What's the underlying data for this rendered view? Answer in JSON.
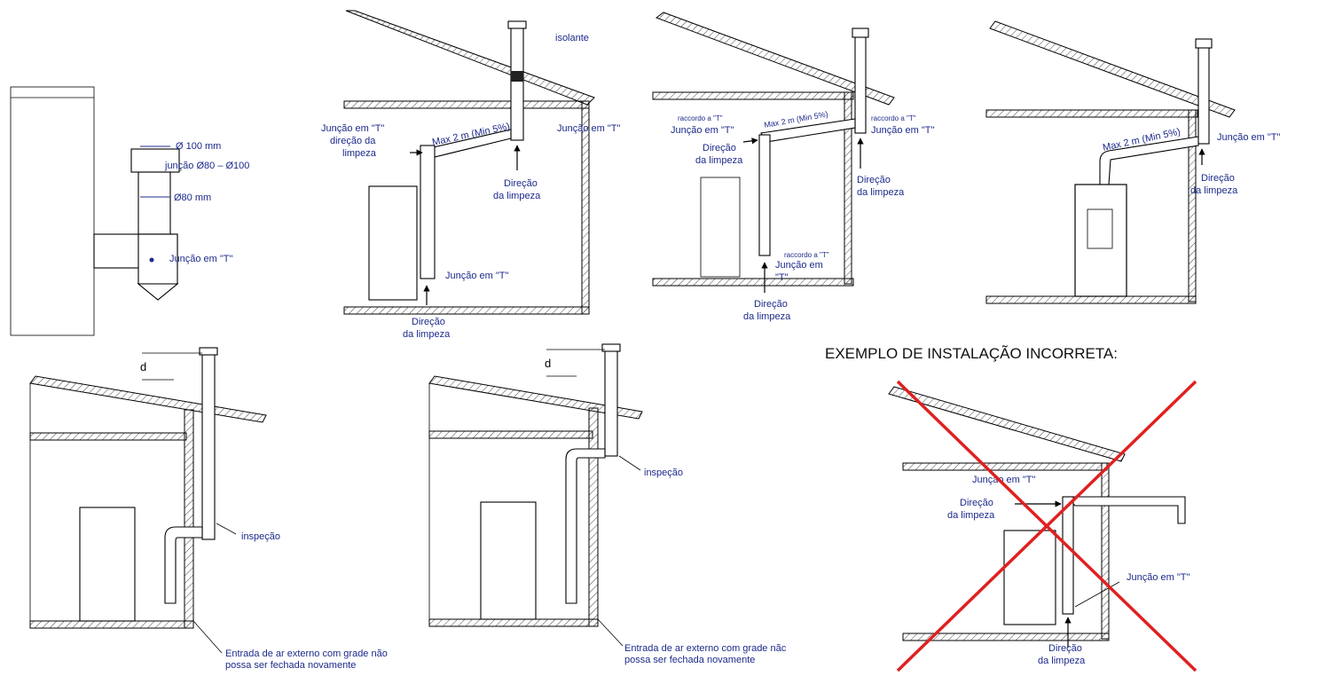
{
  "colors": {
    "label": "#1c2a8a",
    "line": "#000000",
    "cross": "#e02020",
    "heading": "#111111"
  },
  "fig_detail": {
    "dim_100": "Ø 100 mm",
    "adapter": "junção Ø80 – Ø100",
    "dim_80": "Ø80 mm",
    "tee": "Junção em \"T\""
  },
  "fig_a": {
    "insulation": "isolante",
    "slope": "Max 2 m (Min 5%)",
    "tee_top_right": "Junção em \"T\"",
    "tee_left_line1": "Junção em \"T\"",
    "tee_left_line2": "direção da",
    "tee_left_line3": "limpeza",
    "dir_line1": "Direção",
    "dir_line2": "da limpeza",
    "tee_bottom": "Junção em \"T\"",
    "bottom_dir_line1": "Direção",
    "bottom_dir_line2": "da limpeza"
  },
  "fig_b": {
    "raccordo_left": "raccordo a \"T\"",
    "tee_left": "Junção em \"T\"",
    "slope": "Max 2 m (Min 5%)",
    "raccordo_right": "raccordo a \"T\"",
    "tee_right": "Junção em \"T\"",
    "dir_left_line1": "Direção",
    "dir_left_line2": "da limpeza",
    "dir_right_line1": "Direção",
    "dir_right_line2": "da limpeza",
    "raccordo_bottom": "raccordo a \"T\"",
    "tee_bottom_line1": "Junção em",
    "tee_bottom_line2": "\"T\"",
    "dir_bottom_line1": "Direção",
    "dir_bottom_line2": "da limpeza"
  },
  "fig_c": {
    "slope": "Max 2 m (Min 5%)",
    "tee": "Junção em \"T\"",
    "dir_line1": "Direção",
    "dir_line2": "da limpeza"
  },
  "fig_d": {
    "d": "d",
    "inspection": "inspeção",
    "air_line1": "Entrada de ar externo com grade não",
    "air_line2": "possa ser fechada novamente"
  },
  "fig_e": {
    "d": "d",
    "inspection": "inspeção",
    "air_line1": "Entrada de ar externo com grade nãc",
    "air_line2": "possa ser fechada novamente"
  },
  "fig_f": {
    "heading": "EXEMPLO DE INSTALAÇÃO INCORRETA:",
    "tee_top": "Junção em \"T\"",
    "dir_line1": "Direção",
    "dir_line2": "da limpeza",
    "tee_right": "Junção em \"T\"",
    "bottom_dir_line1": "Direção",
    "bottom_dir_line2": "da limpeza"
  }
}
